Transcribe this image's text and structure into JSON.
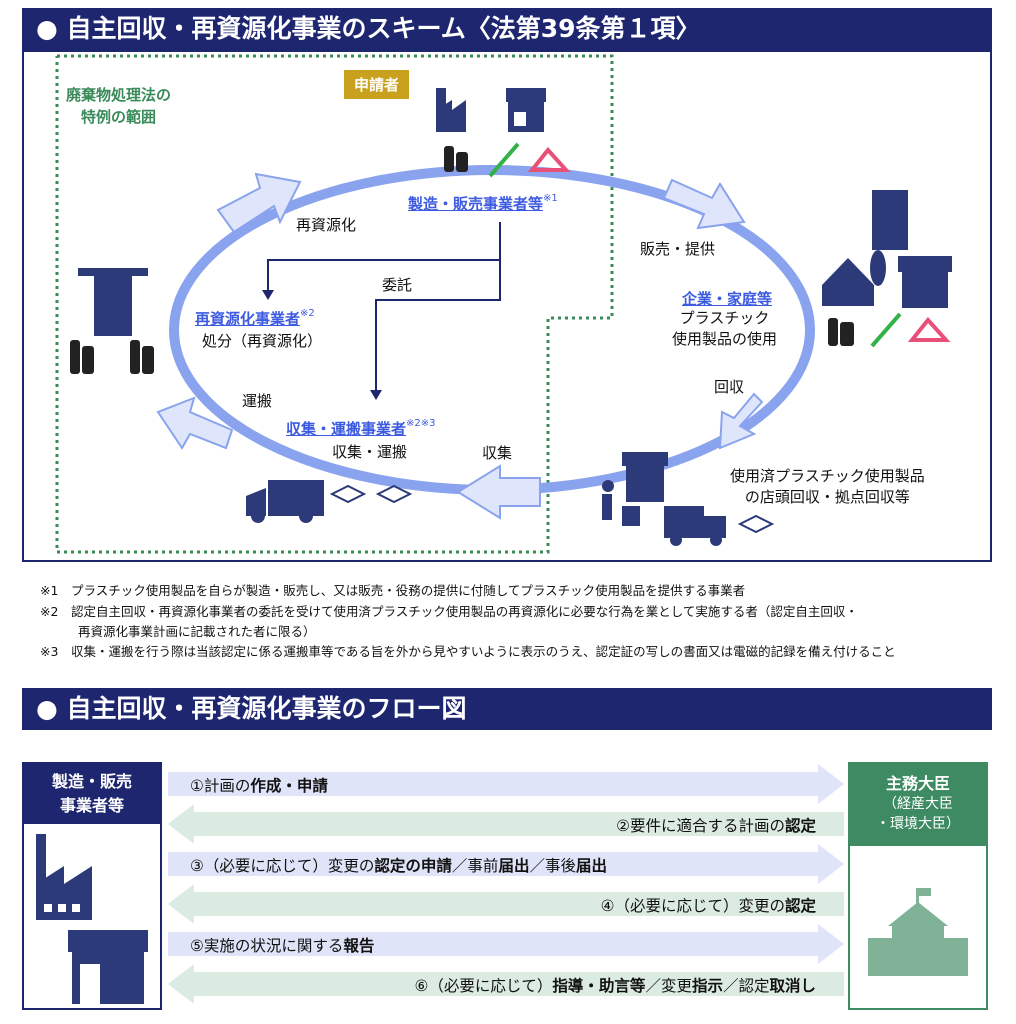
{
  "scheme": {
    "title": "● 自主回収・再資源化事業のスキーム〈法第39条第１項〉",
    "special_range": [
      "廃棄物処理法の",
      "特例の範囲"
    ],
    "applicant_badge": "申請者",
    "manufacturer": "製造・販売事業者等",
    "manufacturer_note": "※1",
    "recycle_label": "再資源化",
    "sales_label": "販売・提供",
    "consign_label": "委託",
    "recycler": "再資源化事業者",
    "recycler_note": "※2",
    "recycler_desc": "処分（再資源化）",
    "users": "企業・家庭等",
    "users_desc": [
      "プラスチック",
      "使用製品の使用"
    ],
    "collect_label": "回収",
    "transport_label": "運搬",
    "collector": "収集・運搬事業者",
    "collector_note": "※2※3",
    "collector_desc": "収集・運搬",
    "gather_label": "収集",
    "store_collection": [
      "使用済プラスチック使用製品",
      "の店頭回収・拠点回収等"
    ],
    "colors": {
      "navy": "#1e2670",
      "ring": "#8aa3ee",
      "green": "#3a8a5a",
      "accent": "#3d5be0",
      "badge": "#c9a11f"
    }
  },
  "notes": [
    {
      "mark": "※1",
      "text": "プラスチック使用製品を自らが製造・販売し、又は販売・役務の提供に付随してプラスチック使用製品を提供する事業者"
    },
    {
      "mark": "※2",
      "text": "認定自主回収・再資源化事業者の委託を受けて使用済プラスチック使用製品の再資源化に必要な行為を業として実施する者（認定自主回収・",
      "text2": "再資源化事業計画に記載された者に限る）"
    },
    {
      "mark": "※3",
      "text": "収集・運搬を行う際は当該認定に係る運搬車等である旨を外から見やすいように表示のうえ、認定証の写しの書面又は電磁的記録を備え付けること"
    }
  ],
  "flow": {
    "title": "● 自主回収・再資源化事業のフロー図",
    "left_party": [
      "製造・販売",
      "事業者等"
    ],
    "right_party": "主務大臣",
    "right_party_sub": [
      "（経産大臣",
      "・環境大臣）"
    ],
    "steps": [
      {
        "dir": "right",
        "parts": [
          [
            "①計画の",
            false
          ],
          [
            "作成・申請",
            true
          ]
        ]
      },
      {
        "dir": "left",
        "parts": [
          [
            "②要件に適合する計画の",
            false
          ],
          [
            "認定",
            true
          ]
        ]
      },
      {
        "dir": "right",
        "parts": [
          [
            "③（必要に応じて）変更の",
            false
          ],
          [
            "認定の申請",
            true
          ],
          [
            "／事前",
            false
          ],
          [
            "届出",
            true
          ],
          [
            "／事後",
            false
          ],
          [
            "届出",
            true
          ]
        ]
      },
      {
        "dir": "left",
        "parts": [
          [
            "④（必要に応じて）変更の",
            false
          ],
          [
            "認定",
            true
          ]
        ]
      },
      {
        "dir": "right",
        "parts": [
          [
            "⑤実施の状況に関する",
            false
          ],
          [
            "報告",
            true
          ]
        ]
      },
      {
        "dir": "left",
        "parts": [
          [
            "⑥（必要に応じて）",
            false
          ],
          [
            "指導・助言等",
            true
          ],
          [
            "／変更",
            false
          ],
          [
            "指示",
            true
          ],
          [
            "／認定",
            false
          ],
          [
            "取消し",
            true
          ]
        ]
      }
    ]
  }
}
